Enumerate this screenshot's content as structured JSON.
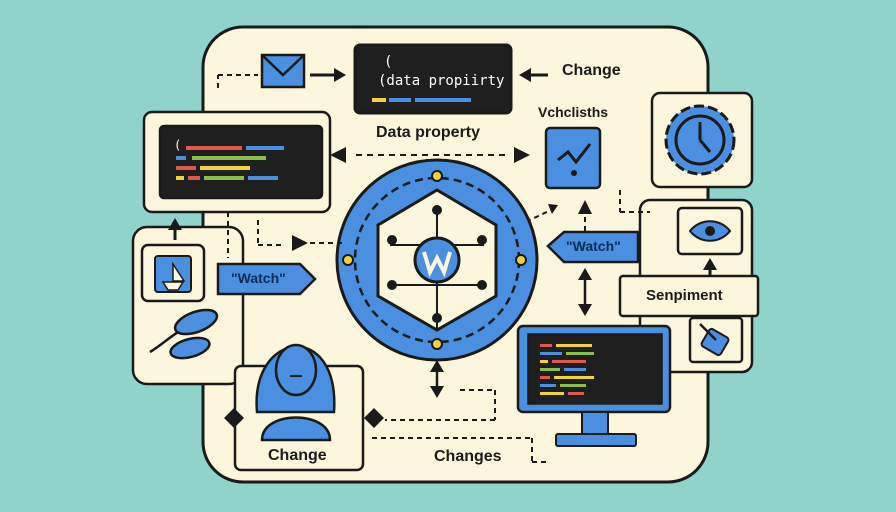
{
  "labels": {
    "top_code": "(data propiirty",
    "top_code_paren": "(",
    "change_top": "Change",
    "data_property": "Data property",
    "vchclisths": "Vchclisths",
    "watch_left": "\"Watch\"",
    "watch_right": "\"Watch\"",
    "senpiment": "Senpiment",
    "change_bottom": "Change",
    "changes": "Changes",
    "code_paren_left": "("
  },
  "colors": {
    "background": "#8fd3cb",
    "panel": "#fbf6dc",
    "accent_blue": "#4a8fe0",
    "dark_blue": "#163463",
    "code_bg": "#1f1f1f",
    "yellow": "#f2d23c"
  },
  "icons": [
    "envelope-icon",
    "chart-check-icon",
    "clock-gear-icon",
    "eye-icon",
    "boat-icon",
    "leaf-icon",
    "person-avatar-icon",
    "monitor-icon",
    "wrench-tag-icon",
    "hexagon-network-icon"
  ]
}
